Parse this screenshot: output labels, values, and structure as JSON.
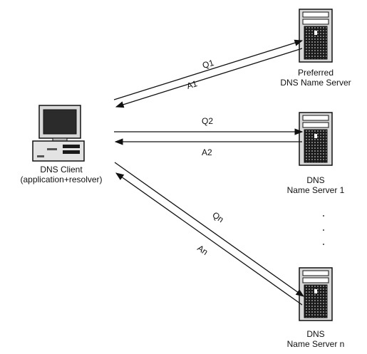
{
  "client": {
    "name": "DNS Client",
    "role": "(application+resolver)",
    "icon": "desktop-computer-icon"
  },
  "servers": [
    {
      "line1": "Preferred",
      "line2": "DNS Name Server",
      "icon": "server-tower-icon"
    },
    {
      "line1": "DNS",
      "line2": "Name Server 1",
      "icon": "server-tower-icon"
    },
    {
      "line1": "DNS",
      "line2": "Name Server n",
      "icon": "server-tower-icon"
    }
  ],
  "messages": {
    "q1": "Q1",
    "a1": "A1",
    "q2": "Q2",
    "a2": "A2",
    "qn": "Qn",
    "an": "An"
  },
  "colors": {
    "line": "#111111",
    "case": "#d9d9d9",
    "dark": "#1a1a1a",
    "screen": "#2b2b2b"
  }
}
